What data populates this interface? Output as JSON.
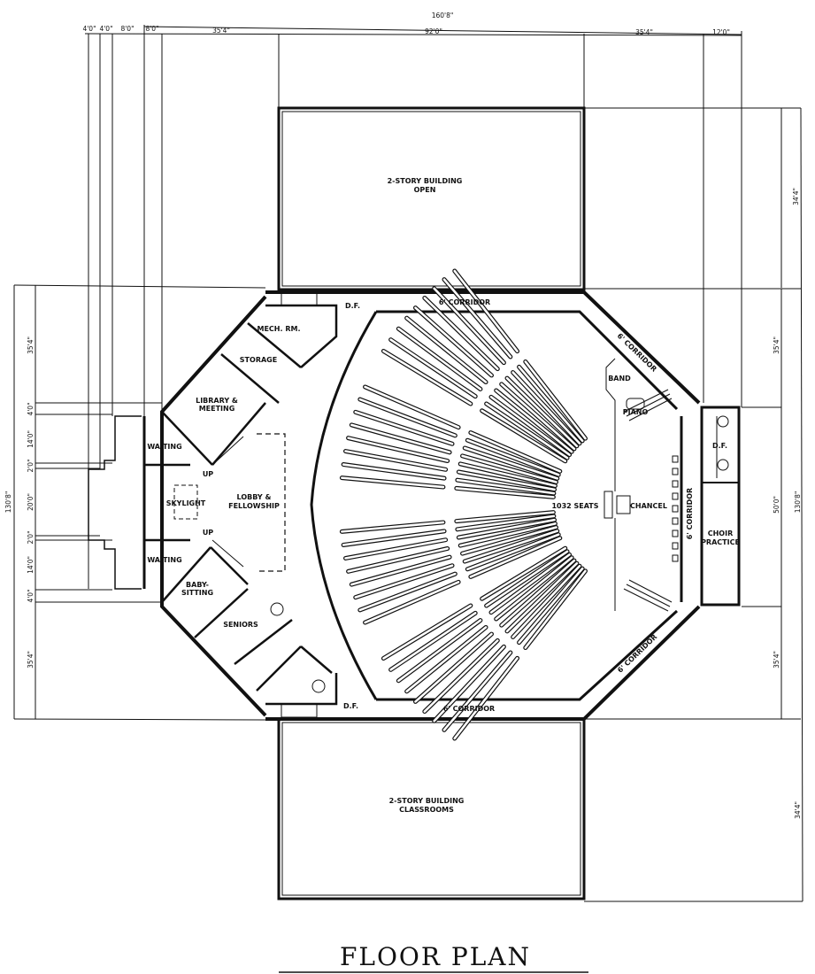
{
  "title": "FLOOR PLAN",
  "rooms": {
    "top_building": [
      "2-STORY BUILDING",
      "OPEN"
    ],
    "bottom_building": [
      "2-STORY BUILDING",
      "CLASSROOMS"
    ],
    "mech": "MECH. RM.",
    "storage": "STORAGE",
    "library": [
      "LIBRARY &",
      "MEETING"
    ],
    "waiting_top": "WAITING",
    "waiting_bottom": "WAITING",
    "skylight": "SKYLIGHT",
    "lobby": [
      "LOBBY &",
      "FELLOWSHIP"
    ],
    "baby": [
      "BABY-",
      "SITTING"
    ],
    "seniors": "SENIORS",
    "seats": "1032 SEATS",
    "chancel": "CHANCEL",
    "band": "BAND",
    "piano": "PIANO",
    "choir": [
      "CHOIR",
      "PRACTICE"
    ],
    "corridor_top": "6' CORRIDOR",
    "corridor_bottom": "6' CORRIDOR",
    "corridor_ne": "6' CORRIDOR",
    "corridor_se": "6' CORRIDOR",
    "corridor_e": "6' CORRIDOR",
    "up1": "UP",
    "up2": "UP",
    "df": "D.F."
  },
  "dimensions": {
    "top_total": "160'8\"",
    "top": [
      "4'0\"",
      "4'0\"",
      "8'0\"",
      "8'0\"",
      "35'4\"",
      "92'0\"",
      "35'4\"",
      "12'0\""
    ],
    "left_total": "130'8\"",
    "left": [
      "35'4\"",
      "4'0\"",
      "14'0\"",
      "2'0\"",
      "20'0\"",
      "2'0\"",
      "14'0\"",
      "4'0\"",
      "35'4\""
    ],
    "right_total": "130'8\"",
    "right_outer": [
      "34'4\"",
      "34'4\""
    ],
    "right_inner": [
      "35'4\"",
      "50'0\"",
      "35'4\""
    ]
  }
}
